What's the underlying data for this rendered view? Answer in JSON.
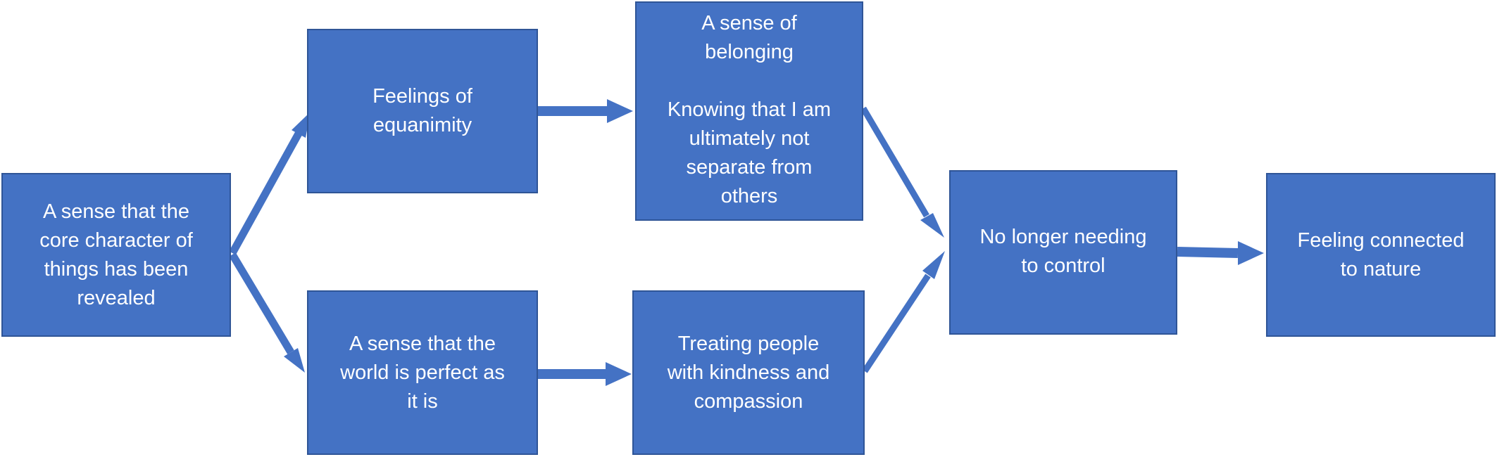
{
  "diagram": {
    "colors": {
      "box_fill": "#4472c4",
      "box_border": "#2f5597",
      "arrow": "#4472c4",
      "text": "#ffffff"
    },
    "nodes": [
      {
        "id": "a",
        "lines": [
          "A sense  that the",
          "core character of",
          "things has been",
          "revealed"
        ]
      },
      {
        "id": "b",
        "lines": [
          "Feelings of",
          "equanimity"
        ]
      },
      {
        "id": "c",
        "lines": [
          "A sense  that the",
          "world is perfect as",
          "it is"
        ]
      },
      {
        "id": "d",
        "lines": [
          "A sense  of",
          "belonging",
          "",
          "Knowing that I am",
          "ultimately not",
          "separate from",
          "others"
        ]
      },
      {
        "id": "e",
        "lines": [
          "Treating people",
          "with kindness  and",
          "compassion"
        ]
      },
      {
        "id": "f",
        "lines": [
          "No longer needing",
          "to control"
        ]
      },
      {
        "id": "g",
        "lines": [
          "Feeling connected",
          "to nature"
        ]
      }
    ],
    "edges": [
      {
        "from": "a",
        "to": "b"
      },
      {
        "from": "a",
        "to": "c"
      },
      {
        "from": "b",
        "to": "d"
      },
      {
        "from": "c",
        "to": "e"
      },
      {
        "from": "d",
        "to": "f"
      },
      {
        "from": "e",
        "to": "f"
      },
      {
        "from": "f",
        "to": "g"
      }
    ]
  }
}
